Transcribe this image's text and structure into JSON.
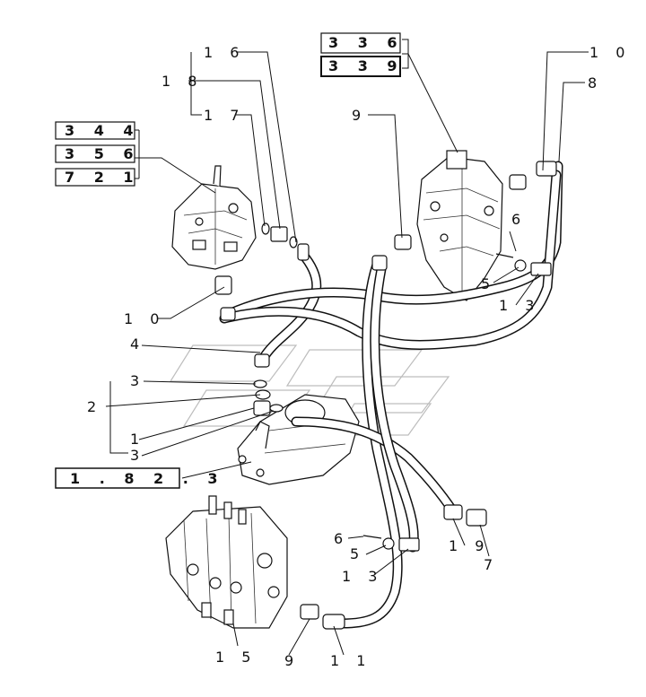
{
  "ref_boxes": [
    {
      "id": "ref-344",
      "text": "3 4 4"
    },
    {
      "id": "ref-356",
      "text": "3 5 6"
    },
    {
      "id": "ref-721",
      "text": "7 2 1"
    },
    {
      "id": "ref-336",
      "text": "3 3 6"
    },
    {
      "id": "ref-339",
      "text": "3 3 9"
    },
    {
      "id": "ref-1823",
      "text": "1 . 8 2 . 3"
    }
  ],
  "callouts": {
    "c16": "1 6",
    "c18": "1 8",
    "c17": "1 7",
    "c10_left": "1 0",
    "c4": "4",
    "c3_a": "3",
    "c2": "2",
    "c1": "1",
    "c3_b": "3",
    "c9_top": "9",
    "c10_right": "1 0",
    "c8": "8",
    "c6_top": "6",
    "c5_top": "5",
    "c13_top": "1 3",
    "c6_bottom": "6",
    "c5_bottom": "5",
    "c13_bottom": "1 3",
    "c19": "1 9",
    "c7": "7",
    "c15": "1 5",
    "c9_bottom": "9",
    "c11": "1 1"
  }
}
